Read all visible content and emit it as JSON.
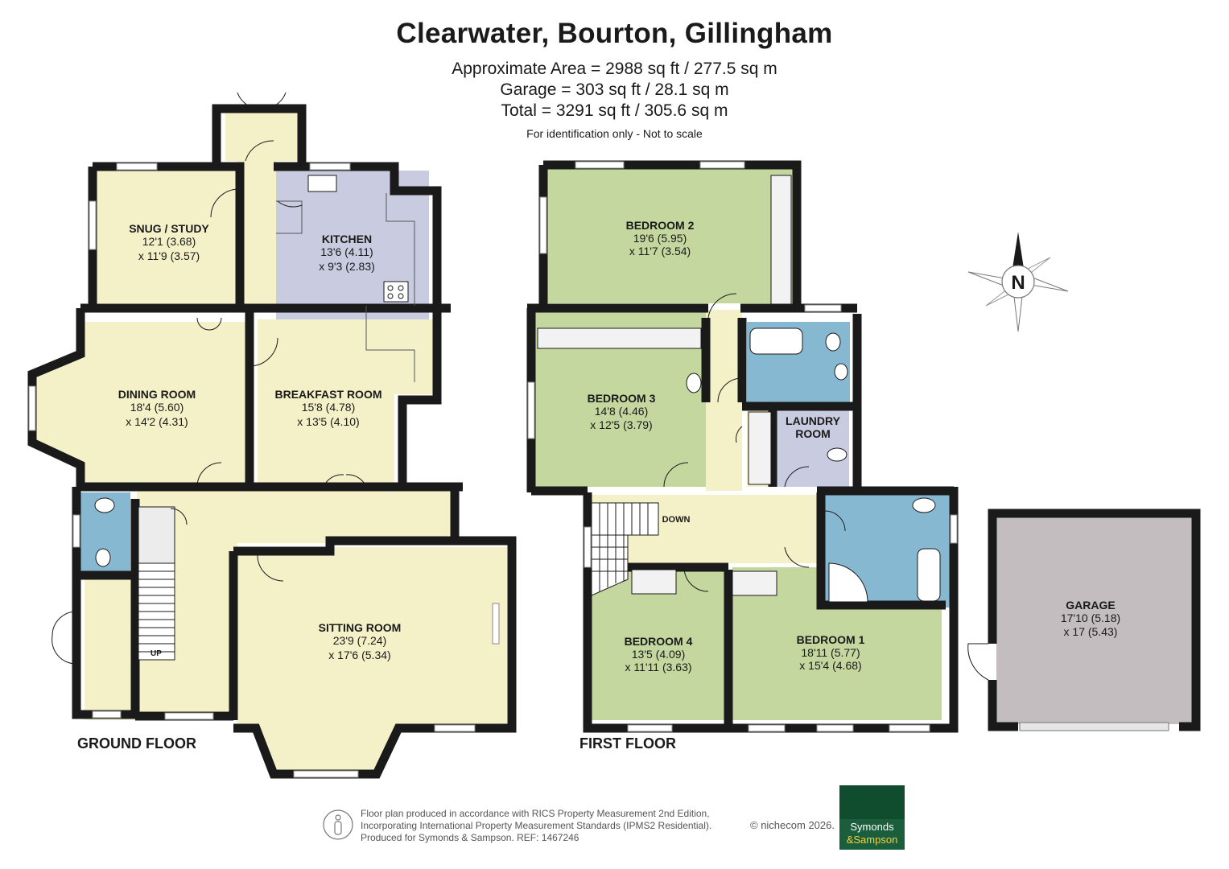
{
  "header": {
    "title": "Clearwater, Bourton, Gillingham",
    "area_total": "Approximate Area = 2988 sq ft / 277.5 sq m",
    "area_garage": "Garage = 303 sq ft / 28.1 sq m",
    "area_all": "Total = 3291 sq ft / 305.6 sq m",
    "note": "For identification only - Not to scale"
  },
  "floors": {
    "ground": "GROUND FLOOR",
    "first": "FIRST FLOOR"
  },
  "rooms": {
    "snug": {
      "name": "SNUG / STUDY",
      "dim1": "12'1 (3.68)",
      "dim2": "x 11'9 (3.57)"
    },
    "kitchen": {
      "name": "KITCHEN",
      "dim1": "13'6 (4.11)",
      "dim2": "x 9'3 (2.83)"
    },
    "dining": {
      "name": "DINING ROOM",
      "dim1": "18'4 (5.60)",
      "dim2": "x 14'2 (4.31)"
    },
    "breakfast": {
      "name": "BREAKFAST ROOM",
      "dim1": "15'8 (4.78)",
      "dim2": "x 13'5 (4.10)"
    },
    "sitting": {
      "name": "SITTING ROOM",
      "dim1": "23'9 (7.24)",
      "dim2": "x 17'6 (5.34)"
    },
    "bed2": {
      "name": "BEDROOM 2",
      "dim1": "19'6 (5.95)",
      "dim2": "x 11'7 (3.54)"
    },
    "bed3": {
      "name": "BEDROOM 3",
      "dim1": "14'8 (4.46)",
      "dim2": "x 12'5 (3.79)"
    },
    "laundry": {
      "name1": "LAUNDRY",
      "name2": "ROOM"
    },
    "bed4": {
      "name": "BEDROOM 4",
      "dim1": "13'5 (4.09)",
      "dim2": "x 11'11 (3.63)"
    },
    "bed1": {
      "name": "BEDROOM 1",
      "dim1": "18'11 (5.77)",
      "dim2": "x 15'4 (4.68)"
    },
    "garage": {
      "name": "GARAGE",
      "dim1": "17'10 (5.18)",
      "dim2": "x 17 (5.43)"
    }
  },
  "stairs": {
    "up": "UP",
    "down": "DOWN"
  },
  "compass": {
    "letter": "N"
  },
  "footer": {
    "line1": "Floor plan produced in accordance with RICS Property Measurement 2nd Edition,",
    "line2": "Incorporating International Property Measurement Standards (IPMS2 Residential).",
    "line3": "Produced for Symonds & Sampson.   REF:  1467246",
    "copyright": "© nichecom 2026.",
    "logo1": "Symonds",
    "logo2": "&Sampson"
  },
  "colors": {
    "cream": "#f4f1c9",
    "green": "#c4d79e",
    "lavender": "#c9cbe0",
    "blue": "#86b8d1",
    "grey": "#c3bdc0",
    "wall": "#1a1a1a"
  }
}
